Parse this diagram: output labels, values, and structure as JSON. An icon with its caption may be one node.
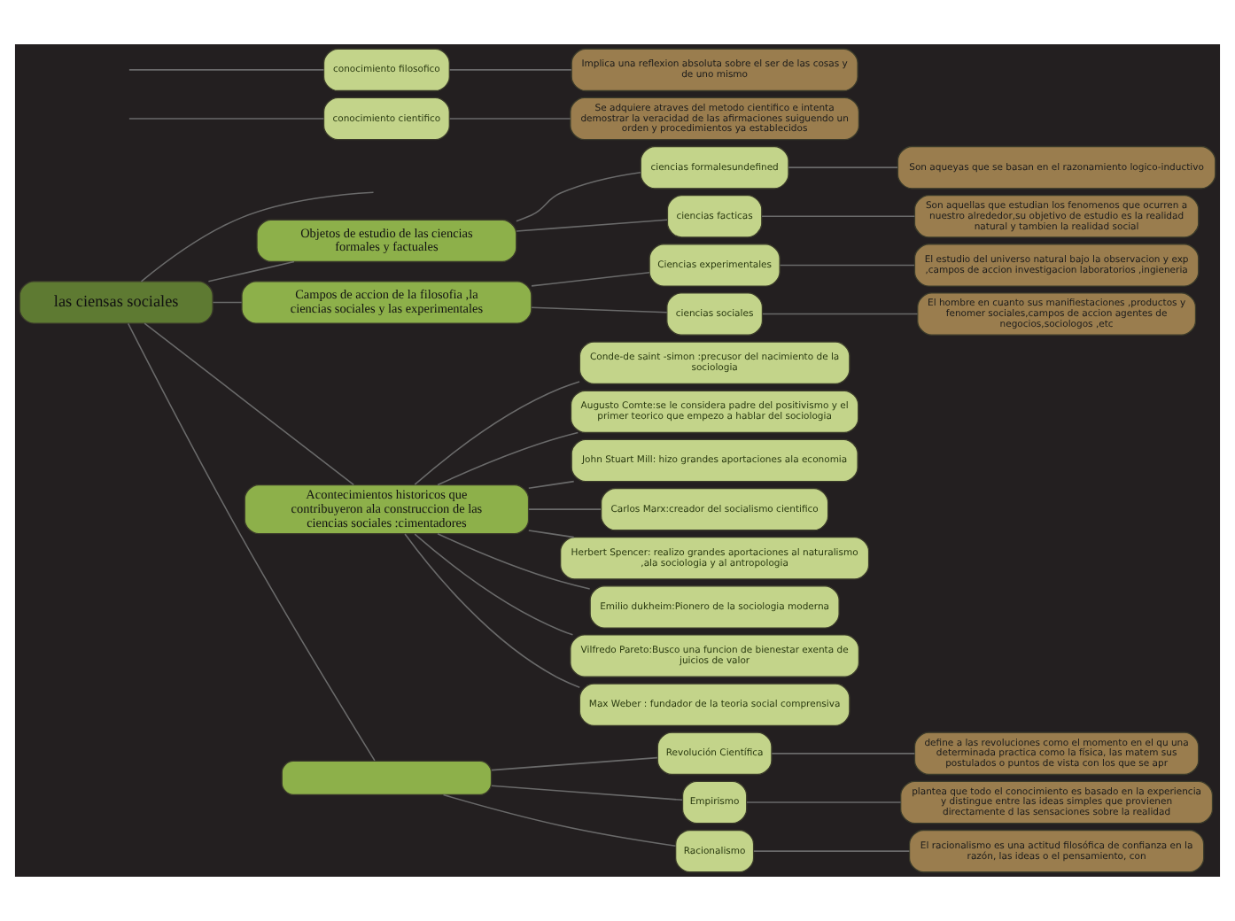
{
  "diagram": {
    "nodes": [
      {
        "text": [
          "las ciensas sociales"
        ]
      },
      {
        "text": [
          "conocimiento filosofico"
        ]
      },
      {
        "text": [
          "Implica una reflexion absoluta sobre el ser de las cosas y de uno mismo"
        ]
      },
      {
        "text": [
          "conocimiento cientifico"
        ]
      },
      {
        "text": [
          "Se adquiere atraves del metodo cientifico e intenta demostrar la veracidad de las afirmaciones suiguendo un orden y procedimientos ya establecidos"
        ]
      },
      {
        "text": [
          "Objetos de estudio de las ciencias formales y factuales"
        ]
      },
      {
        "text": [
          "ciencias formalesundefined"
        ]
      },
      {
        "text": [
          "Son aqueyas que se basan en el razonamiento logico-inductivo"
        ]
      },
      {
        "text": [
          "ciencias facticas"
        ]
      },
      {
        "text": [
          "Son aquellas que estudian los fenomenos que ocurren a nuestro alrededor,su objetivo de estudio es la realidad natural y tambien la realidad social"
        ]
      },
      {
        "text": [
          "Campos de accion de la filosofia ,la ciencias sociales y las experimentales"
        ]
      },
      {
        "text": [
          "Ciencias experimentales"
        ]
      },
      {
        "text": [
          "El estudio del universo natural bajo la observacion y exp ,campos de accion investigacion laboratorios ,ingieneria"
        ]
      },
      {
        "text": [
          "ciencias sociales"
        ]
      },
      {
        "text": [
          "El hombre en cuanto sus manifiestaciones ,productos y fenomer sociales,campos de accion agentes de negocios,sociologos ,etc"
        ]
      },
      {
        "text": [
          "Acontecimientos historicos que contribuyeron ala construccion de las ciencias sociales :cimentadores"
        ]
      },
      {
        "text": [
          "Conde-de saint -simon :precusor del nacimiento de la sociologia"
        ]
      },
      {
        "text": [
          "Augusto Comte:se le considera padre del positivismo y el primer teorico que empezo a hablar del sociologia"
        ]
      },
      {
        "text": [
          "John Stuart Mill: hizo grandes aportaciones ala economia"
        ]
      },
      {
        "text": [
          "Carlos Marx:creador del socialismo cientifico"
        ]
      },
      {
        "text": [
          "Herbert Spencer: realizo grandes aportaciones al naturalismo ,ala sociologia y al antropologia"
        ]
      },
      {
        "text": [
          "Emilio dukheim:Pionero de la sociologia moderna"
        ]
      },
      {
        "text": [
          "Vilfredo Pareto:Busco una funcion de bienestar exenta de juicios de valor"
        ]
      },
      {
        "text": [
          "Max Weber : fundador de la teoria social comprensiva"
        ]
      },
      {
        "text": [],
        "shape": "box"
      },
      {
        "text": [
          "Revolución Científica"
        ]
      },
      {
        "text": [
          "define a las revoluciones como el momento en el qu una determinada practica como la física, las matem sus postulados o puntos de vista con los que se apr"
        ]
      },
      {
        "text": [
          "Empirismo"
        ]
      },
      {
        "text": [
          "plantea que todo el conocimiento es basado en la experiencia y distingue entre las ideas simples que provienen directamente d las sensaciones sobre la realidad"
        ]
      },
      {
        "text": [
          "Racionalismo"
        ]
      },
      {
        "text": [
          "El racionalismo es una actitud filosófica de confianza en la razón, las ideas o el pensamiento, con"
        ]
      }
    ],
    "edges": [
      {
        "from": 0,
        "to": null,
        "arrow": "none"
      },
      {
        "from": null,
        "to": 1,
        "arrow": "none"
      },
      {
        "from": null,
        "to": 3,
        "arrow": "none"
      },
      {
        "from": 1,
        "to": 2,
        "arrow": "none"
      },
      {
        "from": 3,
        "to": 4,
        "arrow": "none"
      },
      {
        "from": 0,
        "to": 5,
        "arrow": "none"
      },
      {
        "from": 5,
        "to": 6,
        "arrow": "none"
      },
      {
        "from": 6,
        "to": 7,
        "arrow": "none"
      },
      {
        "from": 5,
        "to": 8,
        "arrow": "none"
      },
      {
        "from": 8,
        "to": 9,
        "arrow": "none"
      },
      {
        "from": 0,
        "to": 10,
        "arrow": "none"
      },
      {
        "from": 10,
        "to": 11,
        "arrow": "none"
      },
      {
        "from": 11,
        "to": 12,
        "arrow": "none"
      },
      {
        "from": 10,
        "to": 13,
        "arrow": "none"
      },
      {
        "from": 13,
        "to": 14,
        "arrow": "none"
      },
      {
        "from": 0,
        "to": 15,
        "arrow": "none"
      },
      {
        "from": 15,
        "to": 16,
        "arrow": "none"
      },
      {
        "from": 15,
        "to": 17,
        "arrow": "none"
      },
      {
        "from": 15,
        "to": 18,
        "arrow": "none"
      },
      {
        "from": 15,
        "to": 19,
        "arrow": "none"
      },
      {
        "from": 15,
        "to": 20,
        "arrow": "none"
      },
      {
        "from": 15,
        "to": 21,
        "arrow": "none"
      },
      {
        "from": 15,
        "to": 22,
        "arrow": "none"
      },
      {
        "from": 15,
        "to": 23,
        "arrow": "none"
      },
      {
        "from": 0,
        "to": 24,
        "arrow": "none"
      },
      {
        "from": 24,
        "to": 25,
        "arrow": "none"
      },
      {
        "from": 25,
        "to": 26,
        "arrow": "none"
      },
      {
        "from": 24,
        "to": 27,
        "arrow": "none"
      },
      {
        "from": 27,
        "to": 28,
        "arrow": "none"
      },
      {
        "from": 24,
        "to": 29,
        "arrow": "none"
      },
      {
        "from": 29,
        "to": 30,
        "arrow": "none"
      }
    ]
  }
}
